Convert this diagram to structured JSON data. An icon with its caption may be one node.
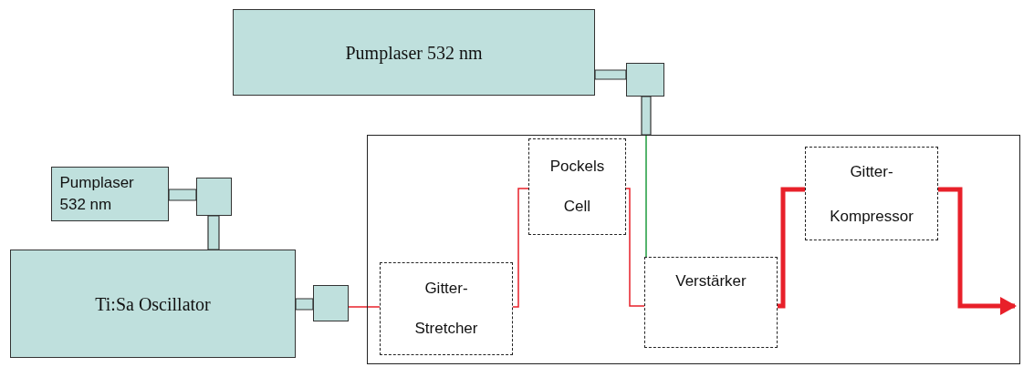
{
  "diagram": {
    "nodes": [
      {
        "text": [
          "Pumplaser 532 nm"
        ]
      },
      {
        "text": [],
        "shape": "box"
      },
      {
        "text": [
          "Pumplaser 532 nm"
        ]
      },
      {
        "text": [],
        "shape": "box"
      },
      {
        "text": [
          "Ti:Sa Oscillator"
        ]
      },
      {
        "text": [],
        "shape": "box"
      },
      {
        "text": [],
        "shape": "box"
      },
      {
        "text": [
          "Gitter- Stretcher"
        ],
        "in": 6
      },
      {
        "text": [
          "Pockels Cell"
        ],
        "in": 6
      },
      {
        "text": [
          "Verstärker"
        ],
        "in": 6
      },
      {
        "text": [
          "Gitter- Kompressor"
        ],
        "in": 6
      }
    ],
    "edges": [
      {
        "from": 0,
        "to": 1,
        "arrow": "none",
        "color": "#333333"
      },
      {
        "from": 1,
        "to": 9,
        "arrow": "none",
        "color": "#1e9b3c"
      },
      {
        "from": 2,
        "to": 3,
        "arrow": "none",
        "color": "#333333"
      },
      {
        "from": 3,
        "to": 4,
        "arrow": "none",
        "color": "#333333"
      },
      {
        "from": 4,
        "to": 5,
        "arrow": "none",
        "color": "#333333"
      },
      {
        "from": 5,
        "to": 7,
        "arrow": "none",
        "color": "#e8202a"
      },
      {
        "from": 7,
        "to": 8,
        "arrow": "none",
        "color": "#e8202a"
      },
      {
        "from": 8,
        "to": 9,
        "arrow": "none",
        "color": "#e8202a"
      },
      {
        "from": 9,
        "to": 10,
        "arrow": "none",
        "style": "thick",
        "color": "#e8202a"
      },
      {
        "from": 10,
        "to": null,
        "arrow": "to",
        "style": "thick",
        "color": "#e8202a"
      }
    ]
  }
}
